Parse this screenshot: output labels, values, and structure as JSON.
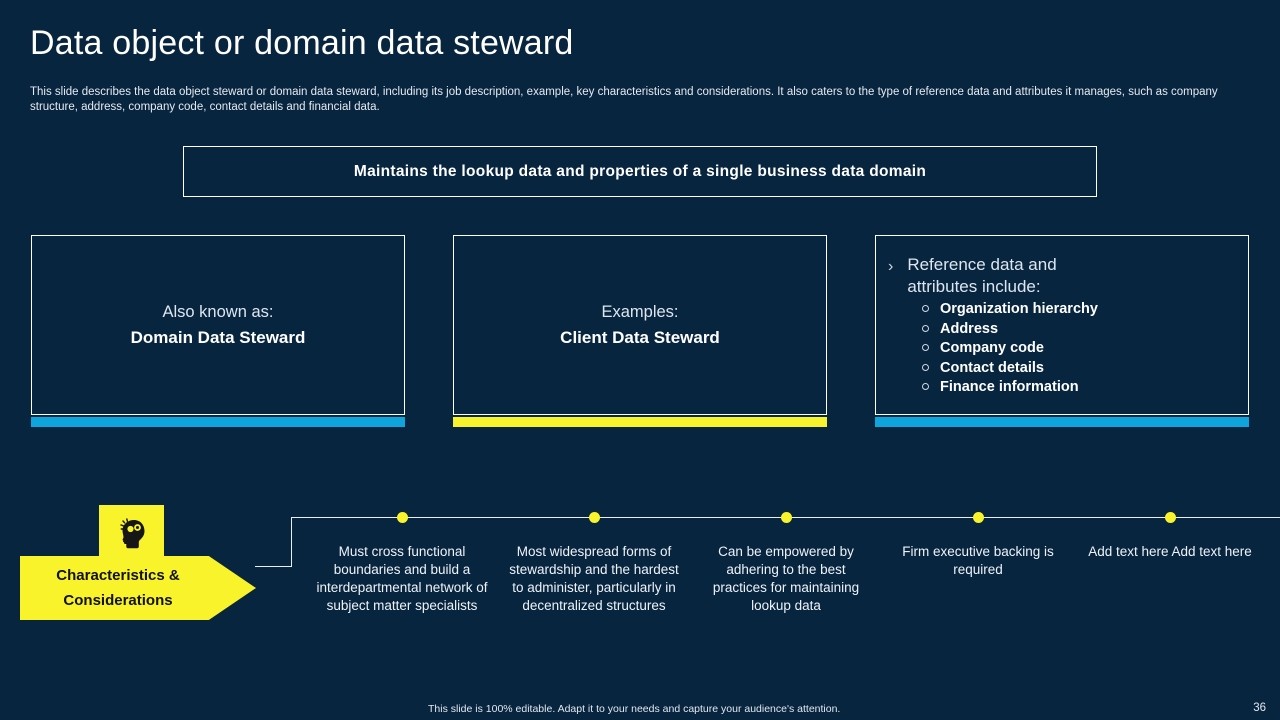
{
  "header": {
    "title": "Data object or domain data steward",
    "subtitle": "This slide describes the data object steward or domain data steward, including its job description, example, key characteristics and considerations. It also caters to the type of reference data and attributes it manages, such as company structure, address, company code, contact details and financial data."
  },
  "banner": {
    "text": "Maintains the lookup data and properties of a single business data domain"
  },
  "cards": [
    {
      "label": "Also known as:",
      "value": "Domain Data Steward",
      "accent_color": "#0ea5dd"
    },
    {
      "label": "Examples:",
      "value": "Client Data Steward",
      "accent_color": "#f8f32b"
    },
    {
      "heading": "Reference data and attributes include:",
      "bullet_icon": "chevron-right-icon",
      "items": [
        "Organization hierarchy",
        "Address",
        "Company code",
        "Contact details",
        "Finance information"
      ],
      "accent_color": "#0ea5dd"
    }
  ],
  "characteristics": {
    "icon": "head-idea-icon",
    "label_line1": "Characteristics  &",
    "label_line2": "Considerations",
    "background_color": "#f8f32b",
    "dot_color": "#f8f32b",
    "timeline": [
      {
        "text": "Must cross functional boundaries and build a interdepartmental network of subject matter specialists"
      },
      {
        "text": "Most widespread forms of stewardship and the hardest to administer, particularly in decentralized structures"
      },
      {
        "text": "Can be empowered by adhering to the best practices for maintaining lookup data"
      },
      {
        "text": "Firm executive backing is required"
      },
      {
        "text": "Add text here Add text here"
      }
    ]
  },
  "footer": {
    "note": "This slide is 100% editable. Adapt it to your needs and capture your audience's attention.",
    "page_number": "36"
  }
}
